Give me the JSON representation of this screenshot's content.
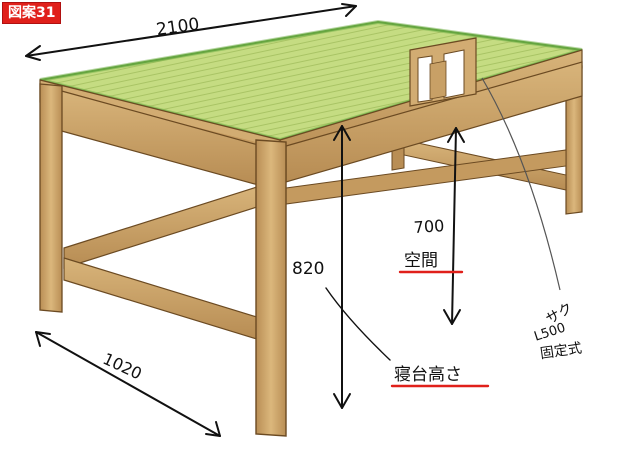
{
  "badge": {
    "text": "図案31",
    "color": "#e0201a"
  },
  "dimensions": {
    "length": "2100",
    "width": "1020",
    "height": "820",
    "clearance_value": "700",
    "clearance_label": "空間",
    "bed_height_label": "寝台高さ",
    "rail_line1": "サク",
    "rail_line2": "L500",
    "rail_line3": "固定式"
  },
  "colors": {
    "wood": "#c8a066",
    "wood_light": "#dcb97f",
    "wood_dark": "#9a7040",
    "tatami": "#b8d46a",
    "tatami_border": "#5a9a3a",
    "underline": "#e0201a",
    "ink": "#111111"
  }
}
